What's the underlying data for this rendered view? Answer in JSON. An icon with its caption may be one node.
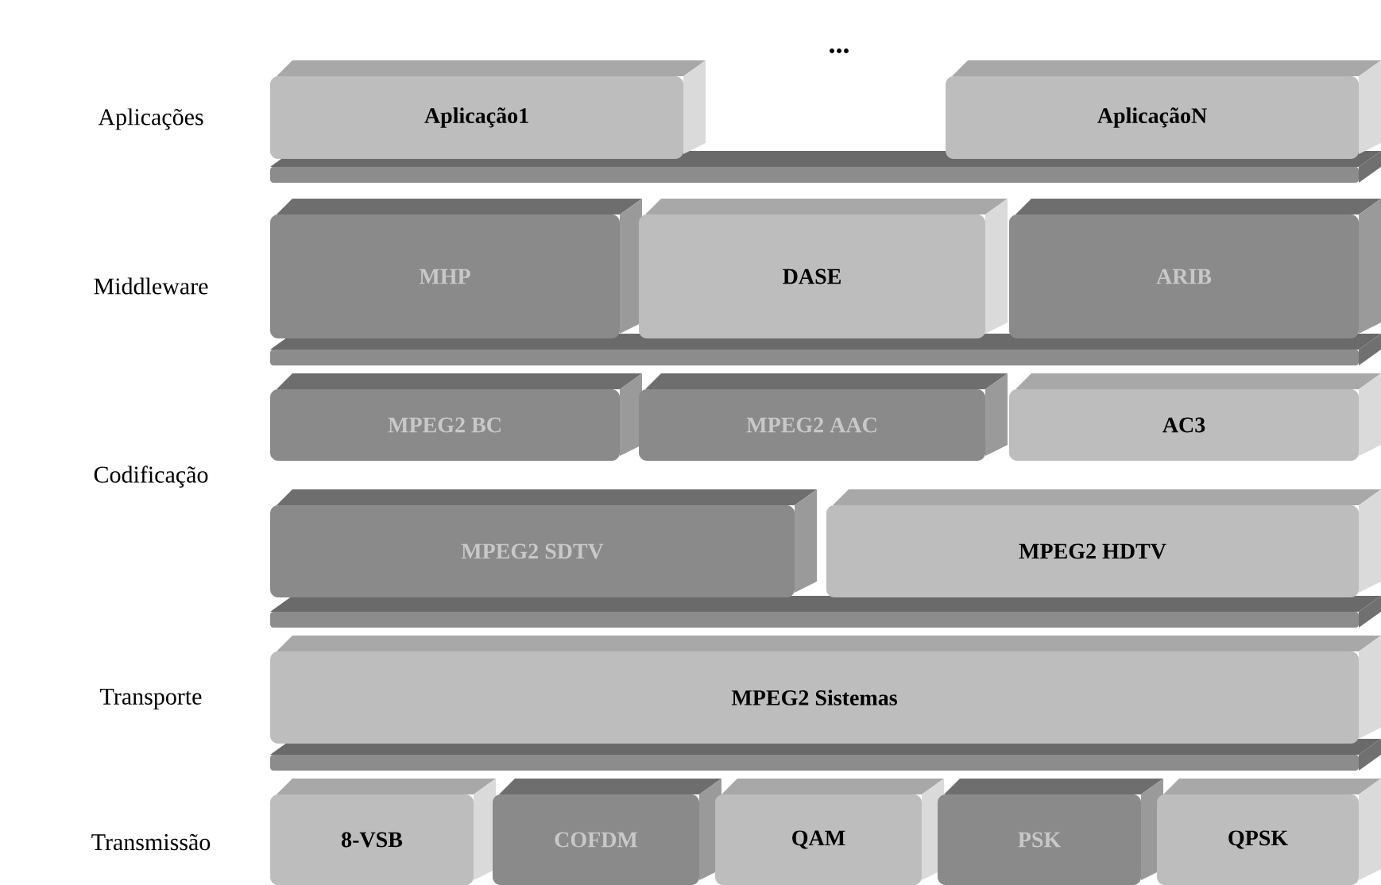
{
  "diagram": {
    "nodes": [
      {
        "text": [
          "Aplicação1"
        ]
      },
      {
        "text": [
          "AplicaçãoN"
        ]
      },
      {
        "text": [
          "MHP"
        ]
      },
      {
        "text": [
          "DASE"
        ]
      },
      {
        "text": [
          "ARIB"
        ]
      },
      {
        "text": [
          "MPEG2 BC"
        ]
      },
      {
        "text": [
          "MPEG2 AAC"
        ]
      },
      {
        "text": [
          "AC3"
        ]
      },
      {
        "text": [
          "MPEG2 SDTV"
        ]
      },
      {
        "text": [
          "MPEG2 HDTV"
        ]
      },
      {
        "text": [
          "MPEG2 Sistemas"
        ]
      },
      {
        "text": [
          "8-VSB"
        ]
      },
      {
        "text": [
          "COFDM"
        ]
      },
      {
        "text": [
          "QAM"
        ]
      },
      {
        "text": [
          "PSK"
        ]
      },
      {
        "text": [
          "QPSK"
        ]
      }
    ],
    "labels": [
      "Aplicações",
      "Middleware",
      "Codificação",
      "Transporte",
      "Transmissão",
      "..."
    ]
  }
}
